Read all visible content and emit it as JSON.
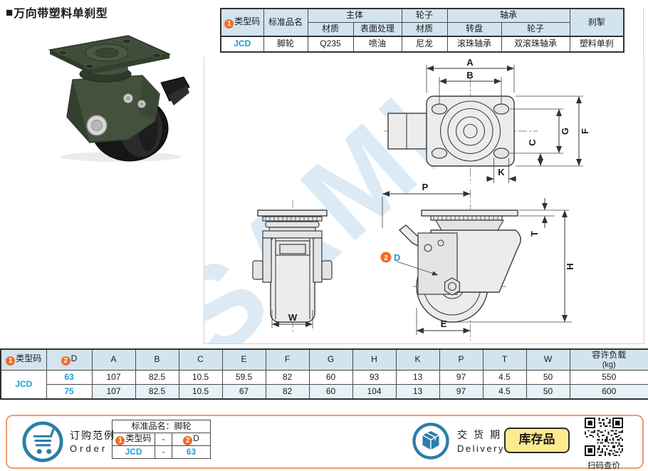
{
  "page": {
    "marker": "■",
    "title": "万向带塑料单刹型"
  },
  "colors": {
    "accent_orange": "#f26c21",
    "link_blue": "#1b9dd9",
    "header_blue": "#d2e4f0",
    "row_alt_blue": "#e6f1f8",
    "icon_blue": "#2b7ea9",
    "stock_yellow": "#fdea8c",
    "strip_border": "#f09a6e",
    "caster_green": "#44513d",
    "wheel_black": "#1a1a1a"
  },
  "spec_table": {
    "badge": "1",
    "headers": {
      "type_code": "类型码",
      "standard_name": "标准品名",
      "main_group": "主体",
      "material": "材质",
      "surface": "表面处理",
      "wheel_group": "轮子",
      "wheel_material": "材质",
      "bearing_group": "轴承",
      "swivel_plate": "转盘",
      "wheel_bearing": "轮子",
      "brake": "刹掣"
    },
    "row": {
      "type_code": "JCD",
      "standard_name": "脚轮",
      "material": "Q235",
      "surface": "喷油",
      "wheel_material": "尼龙",
      "swivel_bearing": "滚珠轴承",
      "wheel_bearing": "双滚珠轴承",
      "brake": "塑料单刹"
    }
  },
  "drawing": {
    "watermark": "SAML",
    "labels": {
      "a": "A",
      "b": "B",
      "c": "C",
      "g": "G",
      "f": "F",
      "k": "K",
      "p": "P",
      "t": "T",
      "h": "H",
      "e": "E",
      "w": "W",
      "d_badge": "2",
      "d": "D"
    }
  },
  "dim_table": {
    "badge1": "1",
    "type_header": "类型码",
    "badge2": "2",
    "d_header": "D",
    "dim_headers": [
      "A",
      "B",
      "C",
      "E",
      "F",
      "G",
      "H",
      "K",
      "P",
      "T",
      "W"
    ],
    "load_header": "容许负载",
    "load_unit": "(kg)",
    "type_code": "JCD",
    "rows": [
      {
        "d": "63",
        "a": "107",
        "b": "82.5",
        "c": "10.5",
        "e": "59.5",
        "f": "82",
        "g": "60",
        "h": "93",
        "k": "13",
        "p": "97",
        "t": "4.5",
        "w": "50",
        "load": "550"
      },
      {
        "d": "75",
        "a": "107",
        "b": "82.5",
        "c": "10.5",
        "e": "67",
        "f": "82",
        "g": "60",
        "h": "104",
        "k": "13",
        "p": "97",
        "t": "4.5",
        "w": "50",
        "load": "600"
      }
    ]
  },
  "order": {
    "title_cn": "订购范例",
    "title_en": "Order",
    "table_header": "标准品名：脚轮",
    "badge1": "1",
    "col_type": "类型码",
    "dash_header": "-",
    "badge2": "2",
    "col_d": "D",
    "row": {
      "code": "JCD",
      "dash": "-",
      "d": "63"
    }
  },
  "delivery": {
    "title_cn": "交货期",
    "title_en": "Delivery",
    "stock_button": "库存品",
    "qr_caption": "扫码查价"
  }
}
